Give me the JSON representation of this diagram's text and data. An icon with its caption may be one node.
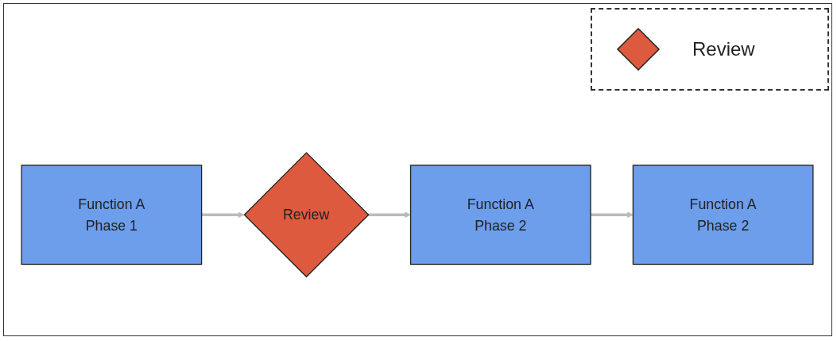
{
  "diagram": {
    "nodes": [
      {
        "text": [
          "Function A",
          "Phase 1"
        ]
      },
      {
        "text": [
          "Review"
        ]
      },
      {
        "text": [
          "Function A",
          "Phase 2"
        ]
      },
      {
        "text": [
          "Function A",
          "Phase 2"
        ]
      }
    ],
    "edges": [
      {
        "from": 0,
        "to": 1,
        "arrow": "to"
      },
      {
        "from": 1,
        "to": 2,
        "arrow": "to"
      },
      {
        "from": 2,
        "to": 3,
        "arrow": "to"
      }
    ],
    "legend": [
      {
        "text": "Review"
      }
    ]
  }
}
